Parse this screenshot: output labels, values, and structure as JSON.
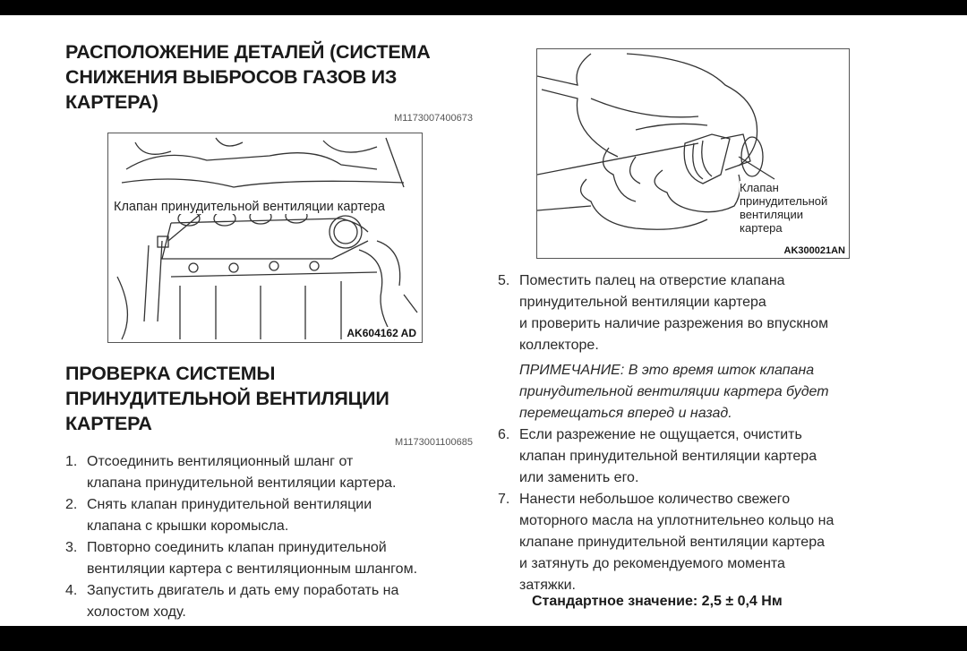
{
  "section1": {
    "title_lines": [
      "РАСПОЛОЖЕНИЕ ДЕТАЛЕЙ (СИСТЕМА",
      "СНИЖЕНИЯ ВЫБРОСОВ ГАЗОВ ИЗ",
      "КАРТЕРА)"
    ],
    "code": "M1173007400673",
    "figure": {
      "label": "Клапан принудительной вентиляции картера",
      "code": "AK604162 AD"
    }
  },
  "section2": {
    "title_lines": [
      "ПРОВЕРКА СИСТЕМЫ",
      "ПРИНУДИТЕЛЬНОЙ ВЕНТИЛЯЦИИ",
      "КАРТЕРА"
    ],
    "code": "M1173001100685",
    "steps": [
      {
        "num": "1.",
        "lines": [
          "Отсоединить вентиляционный шланг от",
          "клапана принудительной вентиляции картера."
        ]
      },
      {
        "num": "2.",
        "lines": [
          "Снять клапан принудительной вентиляции",
          "клапана с крышки коромысла."
        ]
      },
      {
        "num": "3.",
        "lines": [
          "Повторно соединить клапан принудительной",
          "вентиляции картера с вентиляционным шлангом."
        ]
      },
      {
        "num": "4.",
        "lines": [
          "Запустить двигатель и дать ему поработать на",
          "холостом ходу."
        ]
      }
    ]
  },
  "right": {
    "figure": {
      "label_lines": [
        "Клапан",
        "принудительной",
        "вентиляции",
        "картера"
      ],
      "code": "AK300021AN"
    },
    "steps": [
      {
        "num": "5.",
        "lines": [
          "Поместить палец на отверстие клапана",
          "принудительной вентиляции картера",
          "и проверить наличие разрежения во впускном",
          "коллекторе."
        ]
      },
      {
        "num": "6.",
        "lines": [
          "Если разрежение не ощущается, очистить",
          "клапан принудительной вентиляции картера",
          "или заменить его."
        ]
      },
      {
        "num": "7.",
        "lines": [
          "Нанести небольшое количество свежего",
          "моторного масла на уплотнительнео кольцо на",
          "клапане принудительной вентиляции картера",
          "и затянуть до рекомендуемого момента",
          "затяжки."
        ]
      }
    ],
    "note_lines": [
      "ПРИМЕЧАНИЕ: В это время шток клапана",
      "принудительной вентиляции картера будет",
      "перемещаться вперед и назад."
    ],
    "standard_value": "Стандартное значение: 2,5 ± 0,4 Нм"
  }
}
